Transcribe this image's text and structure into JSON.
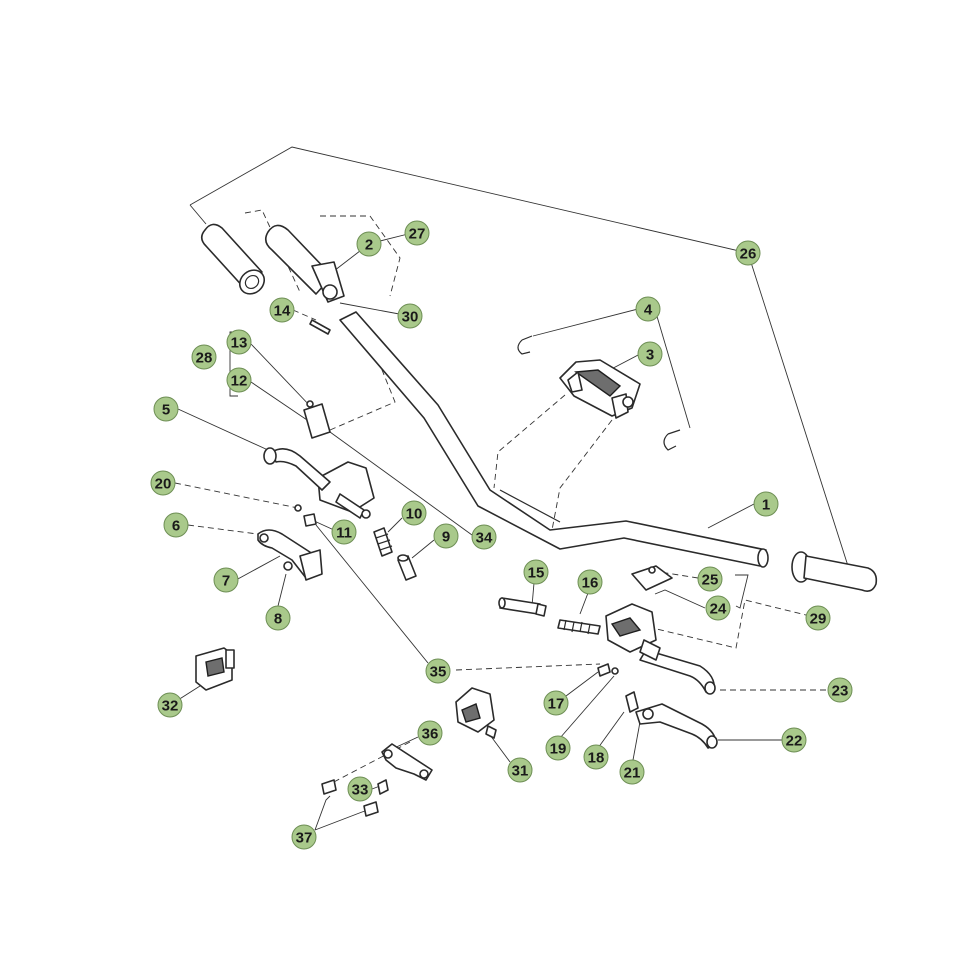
{
  "callouts": [
    {
      "num": "1"
    },
    {
      "num": "2"
    },
    {
      "num": "3"
    },
    {
      "num": "4"
    },
    {
      "num": "5"
    },
    {
      "num": "6"
    },
    {
      "num": "7"
    },
    {
      "num": "8"
    },
    {
      "num": "9"
    },
    {
      "num": "10"
    },
    {
      "num": "11"
    },
    {
      "num": "12"
    },
    {
      "num": "13"
    },
    {
      "num": "14"
    },
    {
      "num": "15"
    },
    {
      "num": "16"
    },
    {
      "num": "17"
    },
    {
      "num": "18"
    },
    {
      "num": "19"
    },
    {
      "num": "20"
    },
    {
      "num": "21"
    },
    {
      "num": "22"
    },
    {
      "num": "23"
    },
    {
      "num": "24"
    },
    {
      "num": "25"
    },
    {
      "num": "26"
    },
    {
      "num": "27"
    },
    {
      "num": "28"
    },
    {
      "num": "29"
    },
    {
      "num": "30"
    },
    {
      "num": "31"
    },
    {
      "num": "32"
    },
    {
      "num": "33"
    },
    {
      "num": "34"
    },
    {
      "num": "35"
    },
    {
      "num": "36"
    },
    {
      "num": "37"
    }
  ],
  "colors": {
    "callout_fill": "#a9c98b",
    "callout_stroke": "#6e8f55",
    "line": "#2b2b2b"
  }
}
